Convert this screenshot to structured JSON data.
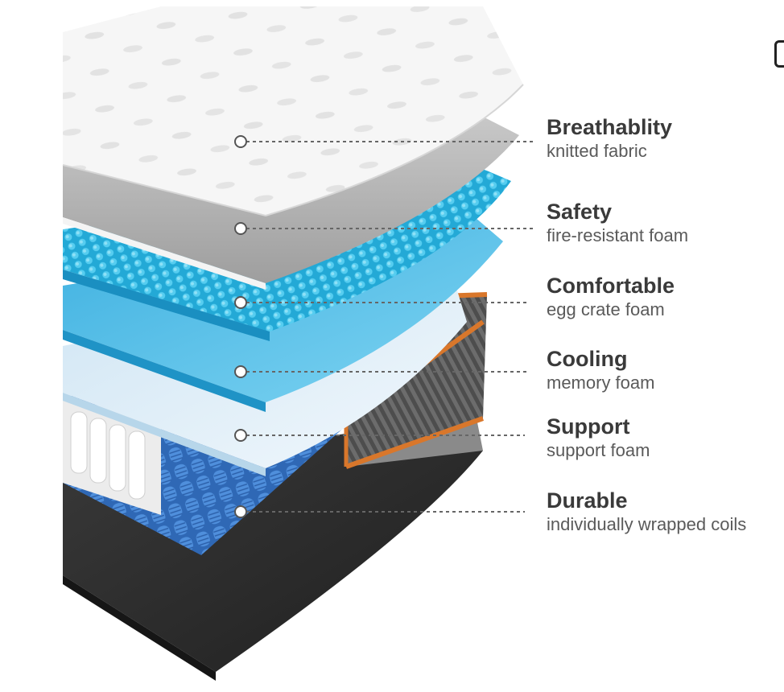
{
  "layers": [
    {
      "title": "Breathablity",
      "subtitle": "knitted fabric"
    },
    {
      "title": "Safety",
      "subtitle": "fire-resistant foam"
    },
    {
      "title": "Comfortable",
      "subtitle": "egg crate foam"
    },
    {
      "title": "Cooling",
      "subtitle": "memory foam"
    },
    {
      "title": "Support",
      "subtitle": "support foam"
    },
    {
      "title": "Durable",
      "subtitle": "individually wrapped coils"
    }
  ],
  "colors": {
    "fabric": "#f4f4f4",
    "fire_foam": "#bdbdbd",
    "egg_crate": "#2fb6e0",
    "memory_foam": "#47b7e3",
    "support_foam": "#e2eef7",
    "coils": "#3a78c9",
    "base": "#2c2c2c",
    "frame_edge": "#d9772b",
    "leader": "#666666"
  }
}
